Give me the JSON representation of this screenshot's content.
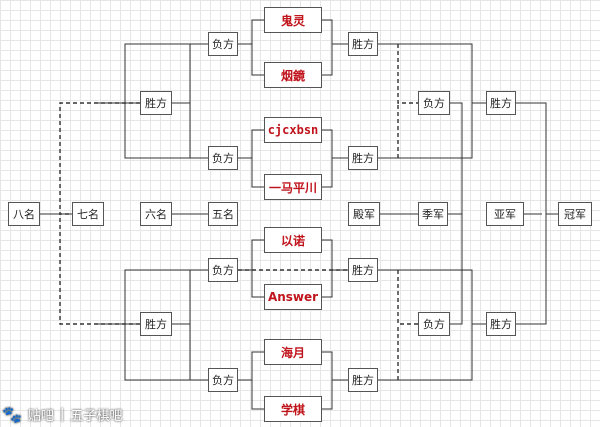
{
  "players": [
    "鬼灵",
    "烟鏡",
    "cjcxbsn",
    "一马平川",
    "以诺",
    "Answer",
    "海月",
    "学棋"
  ],
  "labels": {
    "lose": "负方",
    "win": "胜方",
    "eighth": "八名",
    "seventh": "七名",
    "sixth": "六名",
    "fifth": "五名",
    "fourth": "殿军",
    "third": "季军",
    "second": "亚军",
    "first": "冠军"
  },
  "watermark": {
    "site": "贴吧",
    "forum": "五子棋吧"
  },
  "colors": {
    "player_text": "#c0141c",
    "line": "#333333",
    "grid": "#e6e6e6"
  }
}
